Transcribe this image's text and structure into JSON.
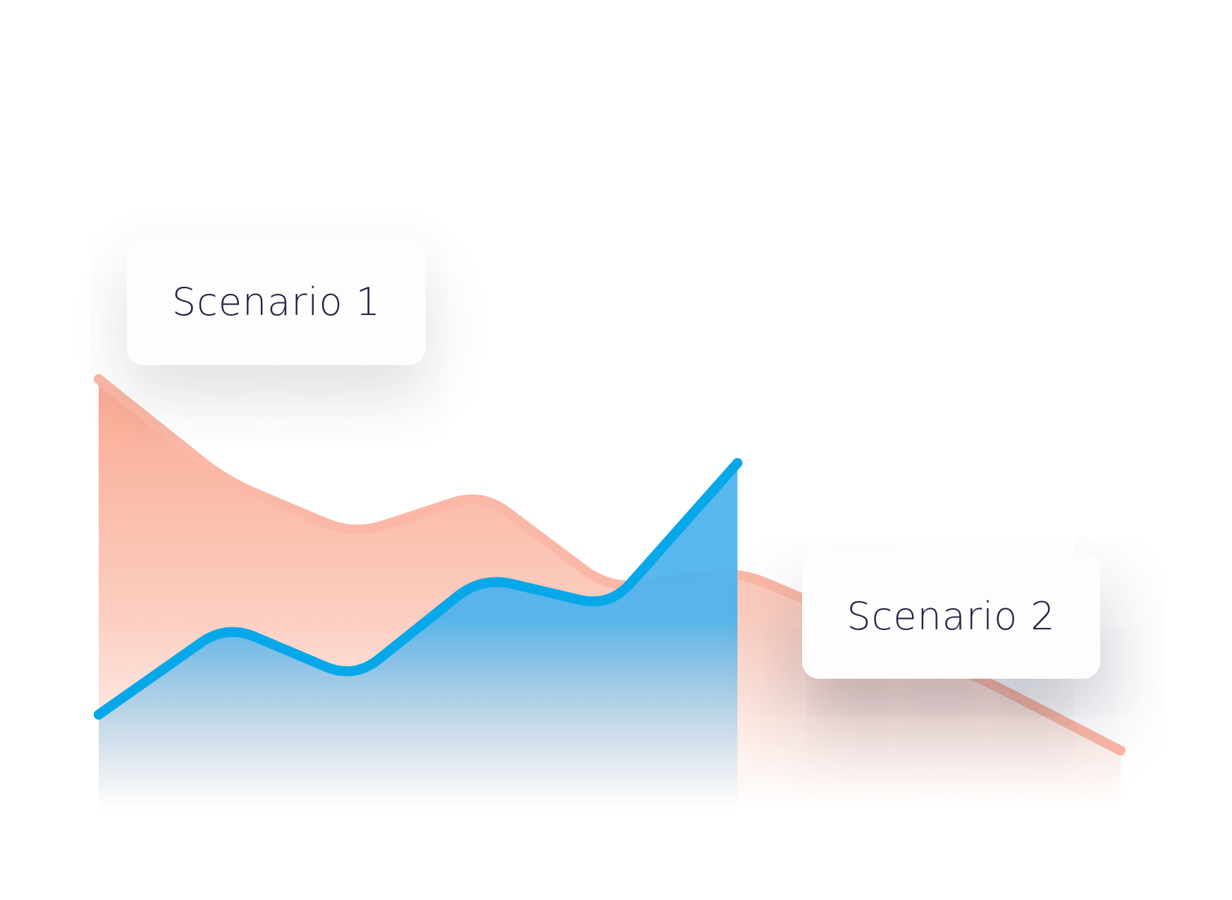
{
  "colors": {
    "scenario_1_line": "#fbb8a6",
    "scenario_1_fill": "#f9a68d",
    "scenario_2_line": "#07a8ea",
    "scenario_2_fill": "#4fb3ec",
    "label_text": "#242645",
    "label_background": "#fdfdfd"
  },
  "labels": {
    "scenario_1": "Scenario 1",
    "scenario_2": "Scenario 2"
  },
  "chart_data": {
    "type": "area",
    "x": [
      0,
      1,
      2,
      3,
      4,
      5,
      6,
      7,
      8
    ],
    "series": [
      {
        "name": "Scenario 1",
        "values": [
          72,
          55,
          46,
          53,
          37,
          40,
          31,
          21,
          10
        ],
        "color": "#fbb8a6"
      },
      {
        "name": "Scenario 2",
        "values": [
          16,
          31,
          22,
          39,
          34,
          58,
          null,
          null,
          null
        ],
        "color": "#07a8ea"
      }
    ],
    "ylim": [
      0,
      100
    ],
    "grid": false,
    "axes_visible": false
  }
}
